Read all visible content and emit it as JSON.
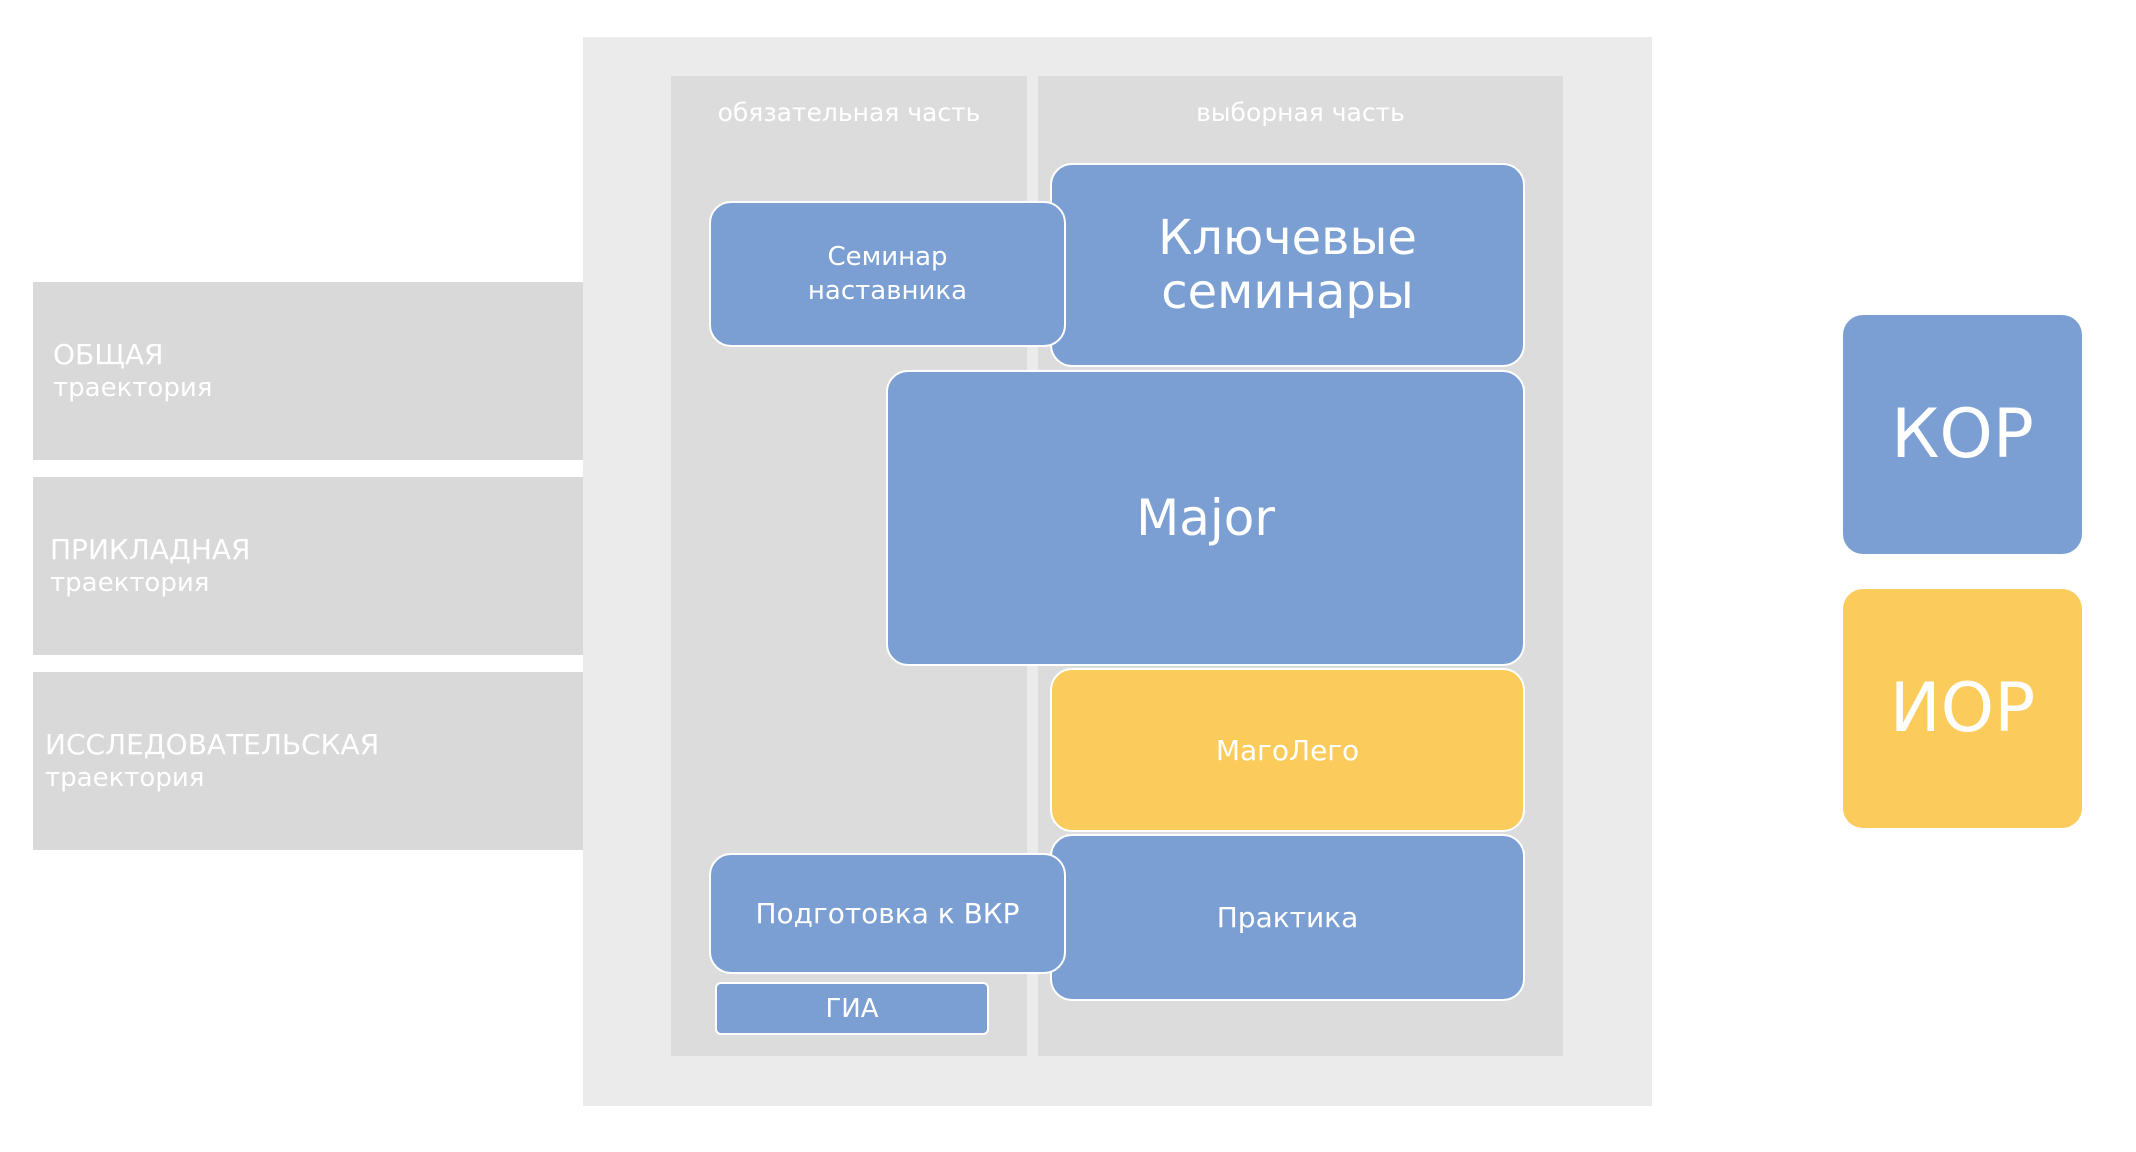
{
  "trajectories": [
    {
      "title": "ОБЩАЯ",
      "subtitle": "траектория"
    },
    {
      "title": "ПРИКЛАДНАЯ",
      "subtitle": "траектория"
    },
    {
      "title": "ИССЛЕДОВАТЕЛЬСКАЯ",
      "subtitle": "траектория"
    }
  ],
  "columns": {
    "mandatory": "обязательная часть",
    "elective": "выборная часть"
  },
  "blocks": {
    "mentor_seminar": "Семинар\nнаставника",
    "key_seminars": "Ключевые\nсеминары",
    "major": "Major",
    "magolego": "МагоЛего",
    "vkr_prep": "Подготовка к ВКР",
    "practice": "Практика",
    "gia": "ГИА"
  },
  "legend": {
    "kor": "КОР",
    "ior": "ИОР"
  },
  "colors": {
    "blue": "#7b9fd3",
    "yellow": "#fbcb5c",
    "panel_gray": "#d9d9d9",
    "frame_gray": "#ebebeb"
  }
}
